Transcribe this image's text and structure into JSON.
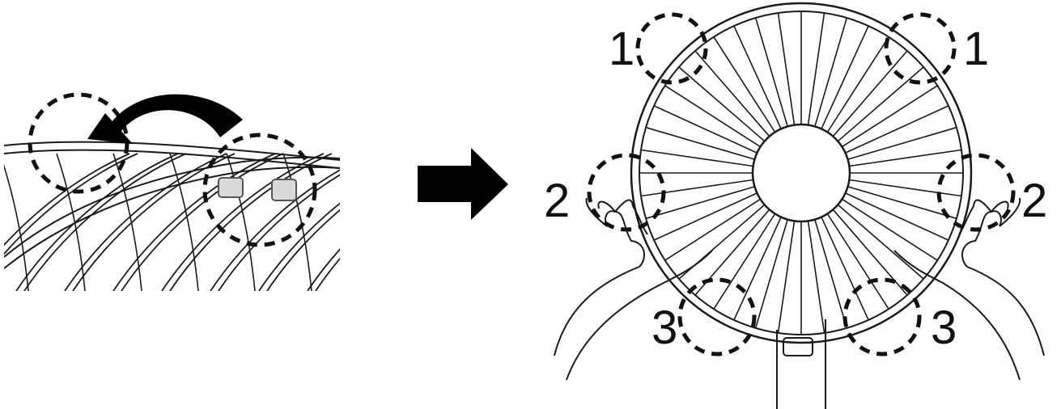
{
  "labels": {
    "step1_left": "1",
    "step1_right": "1",
    "step2_left": "2",
    "step2_right": "2",
    "step3_left": "3",
    "step3_right": "3"
  },
  "colors": {
    "line": "#1a1a1a",
    "clip": "#d9d9d9",
    "arrow": "#000000",
    "background": "#ffffff"
  },
  "icons": {
    "curved_arrow": "rotate-direction-icon",
    "step_arrow": "right-arrow-icon"
  }
}
